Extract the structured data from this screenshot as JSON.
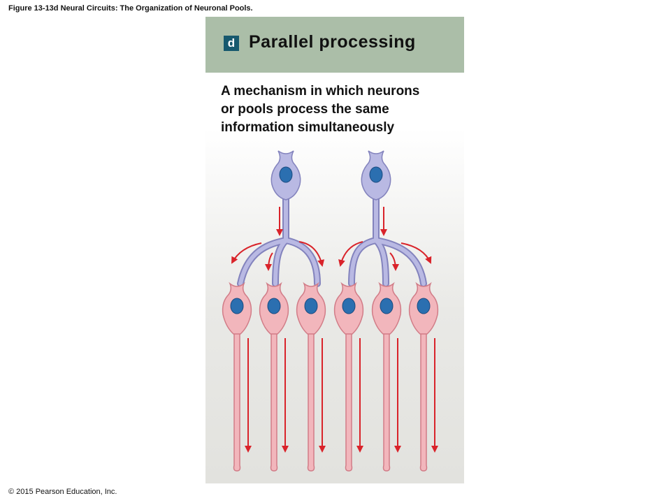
{
  "figure": {
    "caption": "Figure 13-13d Neural Circuits: The Organization of Neuronal Pools."
  },
  "panel": {
    "letter": "d",
    "title": "Parallel processing",
    "description_lines": [
      "A mechanism in which neurons",
      "or pools process the same",
      "information simultaneously"
    ]
  },
  "colors": {
    "header_bg": "#abbea8",
    "letter_bg": "#17596e",
    "presynaptic_fill": "#b9b9e3",
    "presynaptic_stroke": "#8383bd",
    "postsynaptic_fill": "#f2b6bc",
    "postsynaptic_stroke": "#d17c87",
    "nucleus": "#2b6fb0",
    "arrow": "#d9232a"
  },
  "footer": {
    "copyright": "© 2015 Pearson Education, Inc."
  }
}
